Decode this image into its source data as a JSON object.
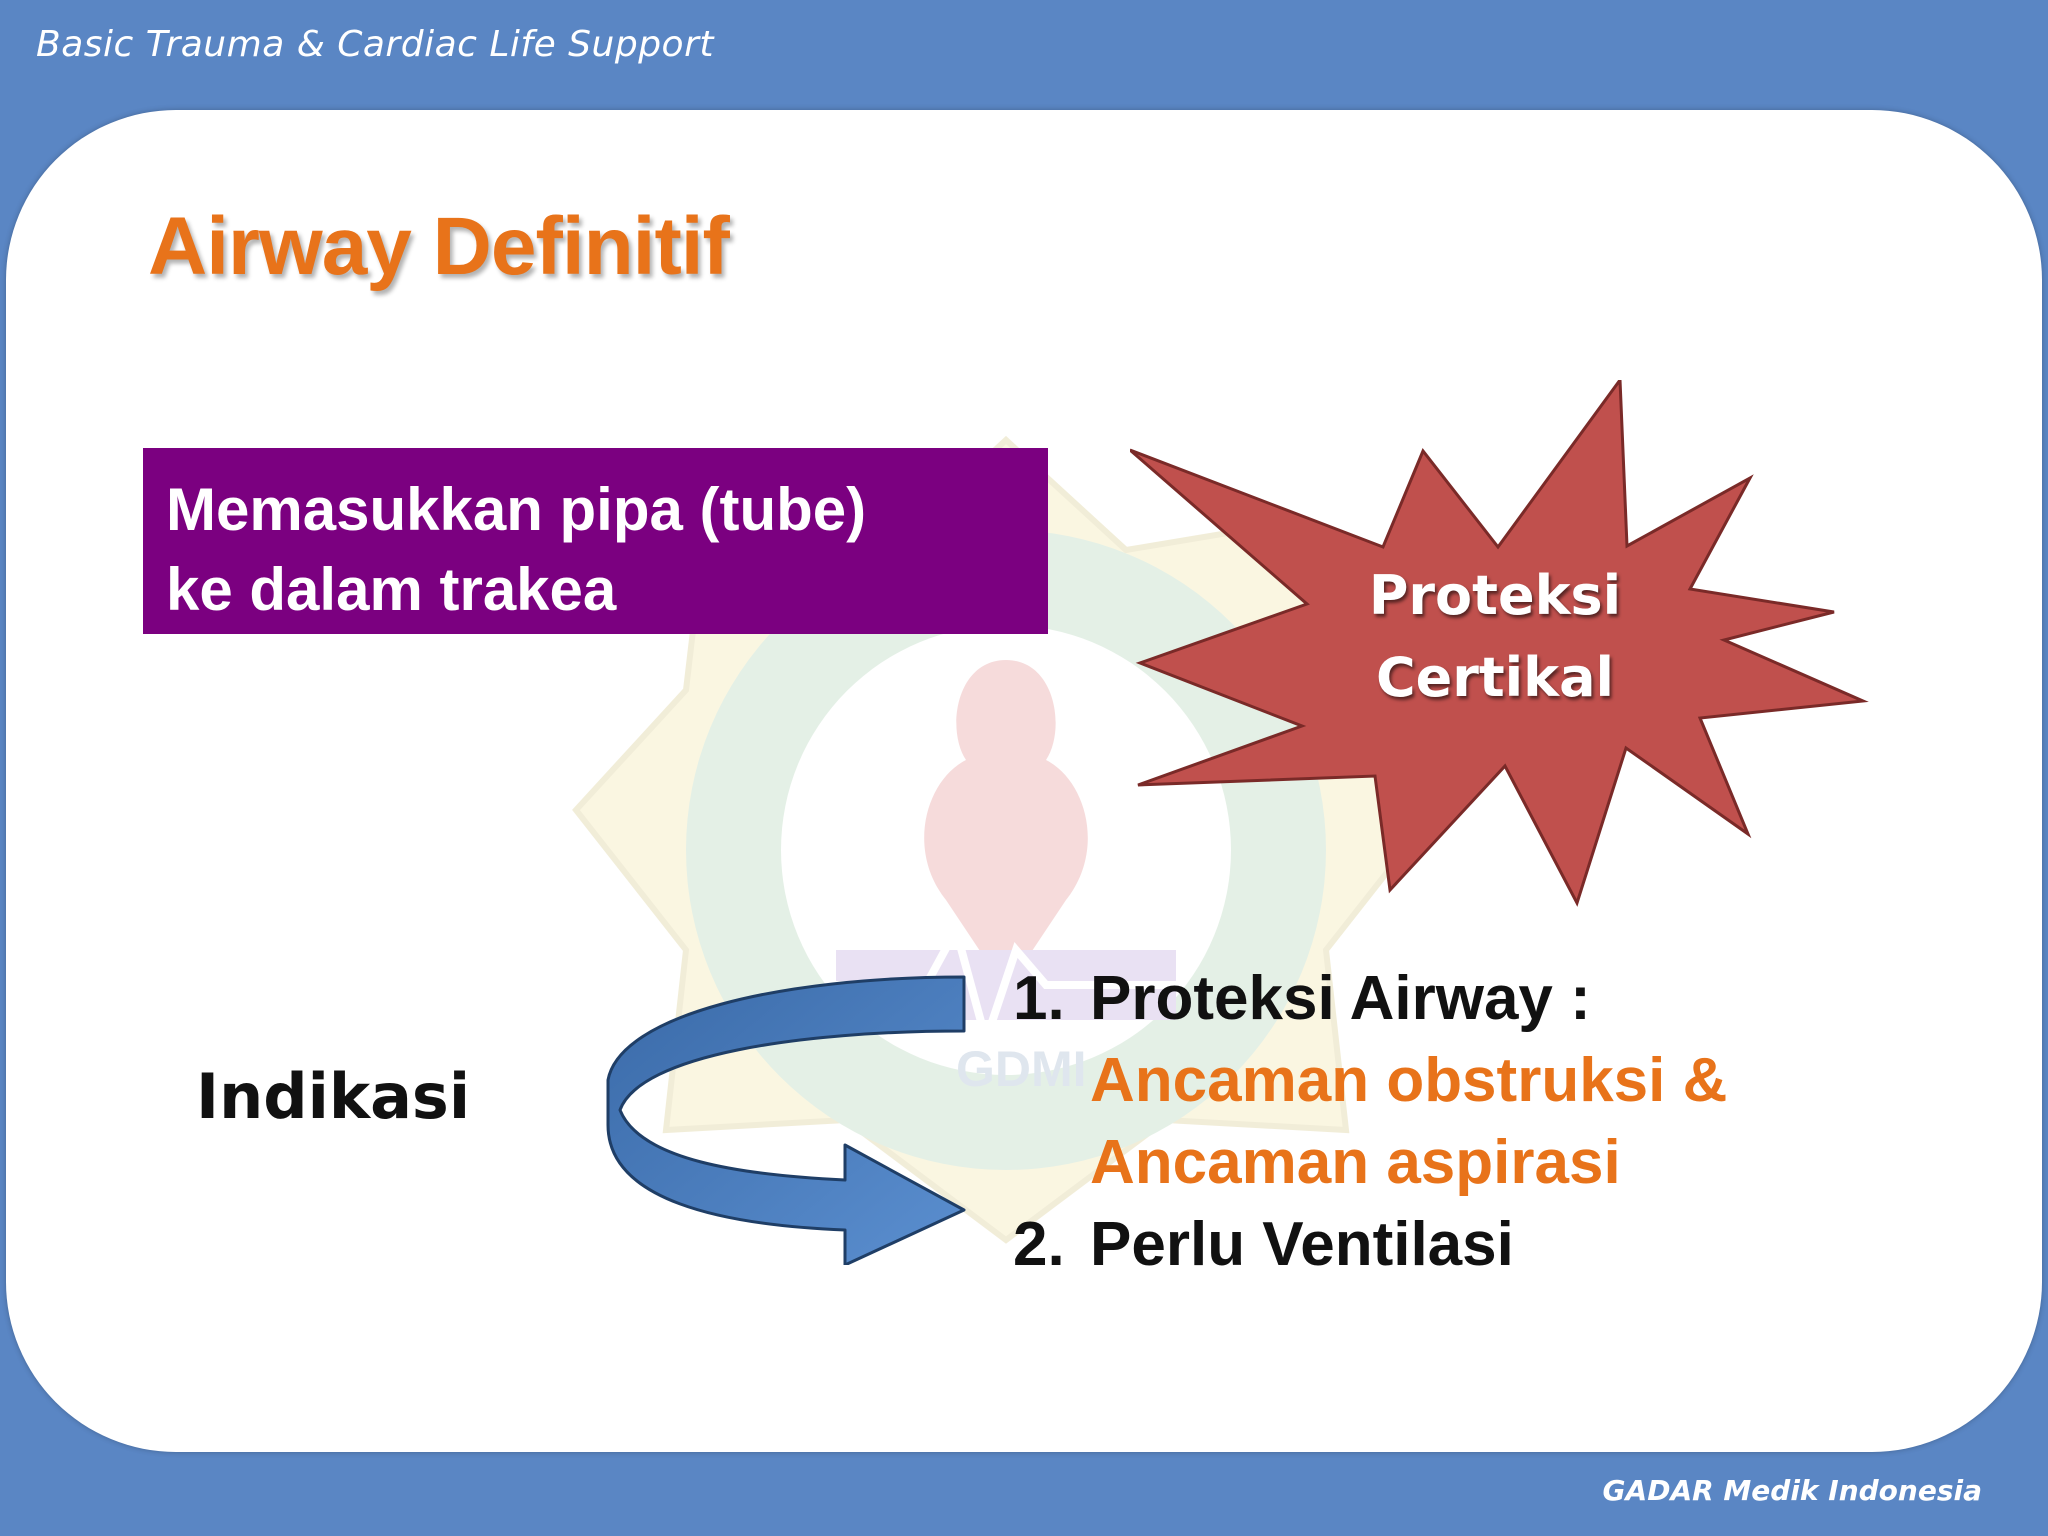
{
  "header": {
    "title": "Basic Trauma & Cardiac Life Support"
  },
  "footer": {
    "brand": "GADAR Medik Indonesia"
  },
  "slide": {
    "title": "Airway Definitif",
    "definition": {
      "line1": "Memasukkan pipa (tube)",
      "line2": "ke dalam trakea"
    },
    "starburst": {
      "line1": "Proteksi",
      "line2": "Certikal"
    },
    "indikasi_label": "Indikasi",
    "indications": {
      "item1_number": "1.",
      "item1_label": "Proteksi Airway :",
      "item1_sub1": "Ancaman obstruksi &",
      "item1_sub2": "Ancaman aspirasi",
      "item2_number": "2.",
      "item2_label": "Perlu Ventilasi"
    },
    "watermark_logo": "GDMI",
    "colors": {
      "frame": "#5a86c4",
      "title": "#e8731a",
      "definition_box": "#7b0080",
      "starburst": "#c0504d",
      "arrow": "#4f81bd"
    }
  }
}
